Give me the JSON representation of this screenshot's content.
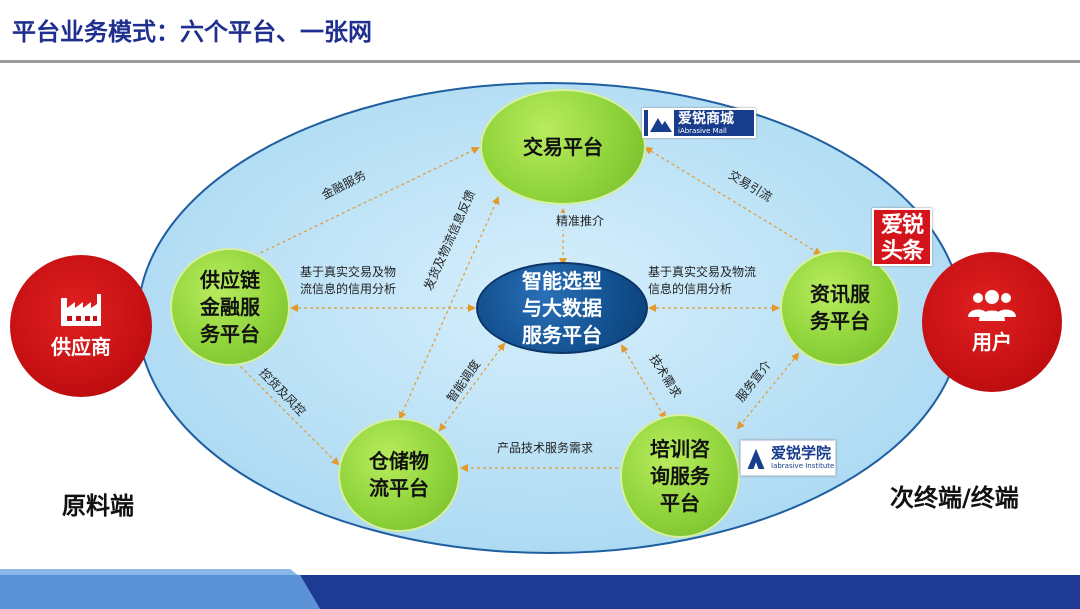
{
  "title": "平台业务模式：六个平台、一张网",
  "nodes": {
    "trade": "交易平台",
    "finance": "供应链\n金融服\n务平台",
    "center": "智能选型\n与大数据\n服务平台",
    "info": "资讯服\n务平台",
    "storage": "仓储物\n流平台",
    "training": "培训咨\n询服务\n平台",
    "supplier": "供应商",
    "user": "用户"
  },
  "edge_labels": {
    "finance_service": "金融服务",
    "trade_lead": "交易引流",
    "precise_push": "精准推介",
    "credit_left": "基于真实交易及物\n流信息的信用分析",
    "credit_right": "基于真实交易及物流\n信息的信用分析",
    "shipping_feedback": "发货及物流信息反馈",
    "smart_dispatch": "智能调度",
    "tech_demand": "技术需求",
    "service_promo": "服务宣介",
    "goods_risk": "控货及风控",
    "product_service_demand": "产品技术服务需求"
  },
  "side_labels": {
    "left": "原料端",
    "right": "次终端/终端"
  },
  "logos": {
    "mall_cn": "爱锐商城",
    "mall_en": "iAbrasive Mall",
    "institute_cn": "爱锐学院",
    "institute_en": "Iabrasive Institute",
    "news": "爱锐\n头条"
  },
  "colors": {
    "ellipse_fill": "#bfe3f7",
    "ellipse_stroke": "#1f5fa0",
    "green": "#8ed33a",
    "blue": "#12508f",
    "red": "#c40f12",
    "arrow": "#e29a2c",
    "title": "#1f2f8f"
  },
  "icons": {
    "supplier": "factory-icon",
    "user": "users-icon"
  }
}
